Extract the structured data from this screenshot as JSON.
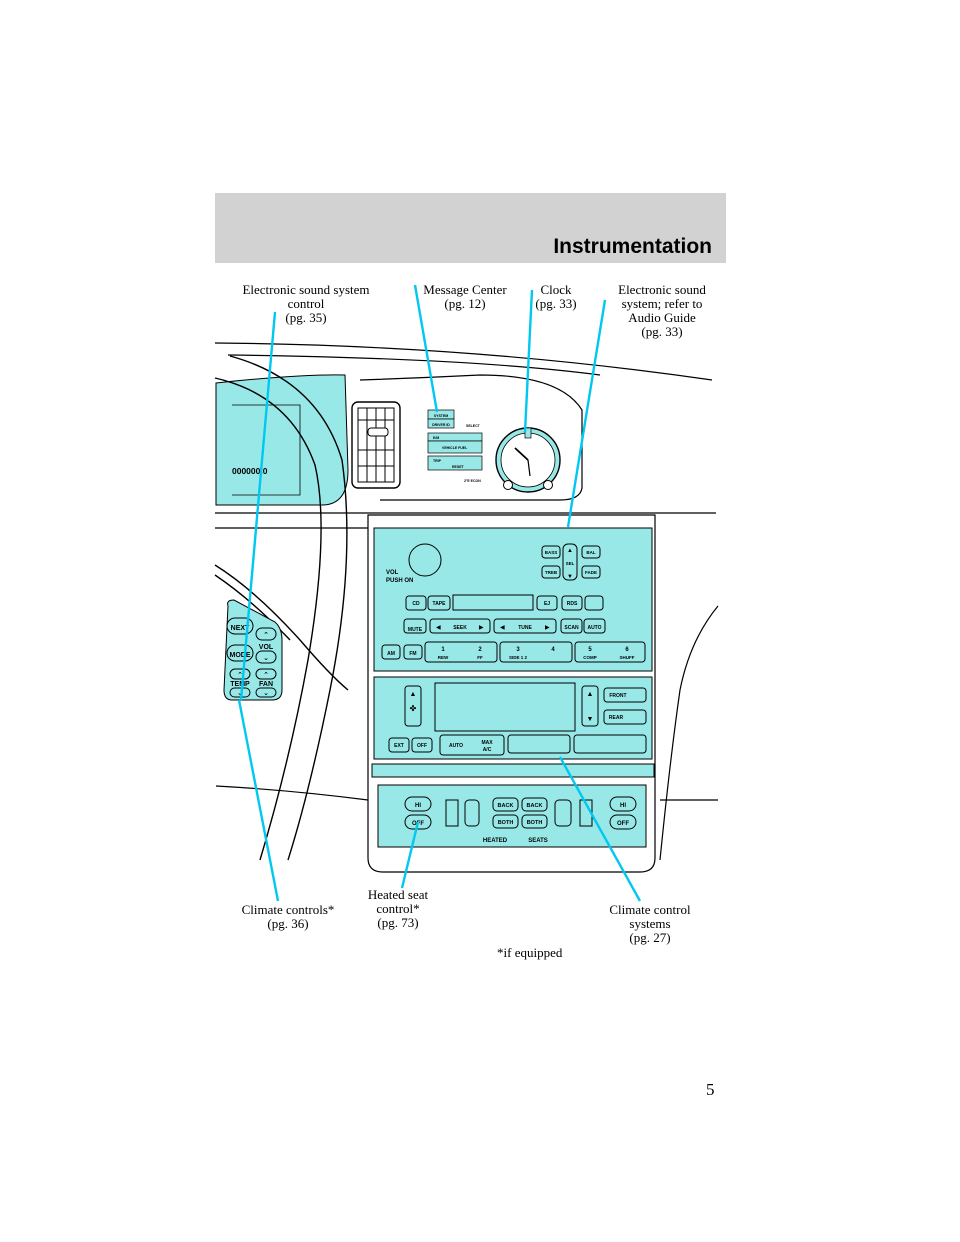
{
  "header": {
    "title": "Instrumentation"
  },
  "callouts": {
    "electronic_sound_control": [
      "Electronic sound system",
      "control",
      "(pg. 35)"
    ],
    "message_center": [
      "Message Center",
      "(pg. 12)"
    ],
    "clock": [
      "Clock",
      "(pg. 33)"
    ],
    "electronic_sound_system": [
      "Electronic sound",
      "system; refer to",
      "Audio Guide",
      "(pg. 33)"
    ],
    "climate_controls": [
      "Climate controls*",
      "(pg. 36)"
    ],
    "heated_seat": [
      "Heated seat",
      "control*",
      "(pg. 73)"
    ],
    "climate_systems": [
      "Climate control",
      "systems",
      "(pg. 27)"
    ]
  },
  "footnote": "*if equipped",
  "page_number": "5",
  "colors": {
    "accent_cyan": "#99e8e8",
    "leader_line": "#00c8f0",
    "header_band": "#d2d2d2"
  },
  "cluster": {
    "odometer": "000000.0"
  },
  "message_center_panel": {
    "system": "SYSTEM",
    "driver": "DRIVER ID",
    "select": "SELECT",
    "english_metric": "E/M",
    "vehicle": "VEHICLE FUEL",
    "trip": "TRIP",
    "reset": "RESET",
    "clock_label": "2°E  ECON"
  },
  "steering_controls": {
    "next": "NEXT",
    "mode": "MODE",
    "vol": "VOL",
    "temp": "TEMP",
    "fan": "FAN"
  },
  "radio": {
    "vol": "VOL",
    "push_on": "PUSH ON",
    "bass": "BASS",
    "treb": "TREB",
    "sel": "SEL",
    "bal": "BAL",
    "fade": "FADE",
    "cd": "CD",
    "tape": "TAPE",
    "ej": "EJ",
    "rds": "RDS",
    "mute": "MUTE",
    "seek": "SEEK",
    "tune": "TUNE",
    "scan": "SCAN",
    "auto": "AUTO",
    "am": "AM",
    "fm": "FM",
    "presets": [
      {
        "num": "1",
        "sub": "REW"
      },
      {
        "num": "2",
        "sub": "FF"
      },
      {
        "num": "3",
        "sub": "SIDE 1  2"
      },
      {
        "num": "4",
        "sub": ""
      },
      {
        "num": "5",
        "sub": "COMP"
      },
      {
        "num": "6",
        "sub": "SHUFF"
      }
    ]
  },
  "climate": {
    "front": "FRONT",
    "rear": "REAR",
    "ext": "EXT",
    "off": "OFF",
    "auto": "AUTO",
    "max": "MAX",
    "ac": "A/C"
  },
  "seats": {
    "hi_left": "HI",
    "off_left": "OFF",
    "back_1": "BACK",
    "back_2": "BACK",
    "both_1": "BOTH",
    "both_2": "BOTH",
    "hi_right": "HI",
    "off_right": "OFF",
    "heated": "HEATED",
    "seats_label": "SEATS"
  }
}
